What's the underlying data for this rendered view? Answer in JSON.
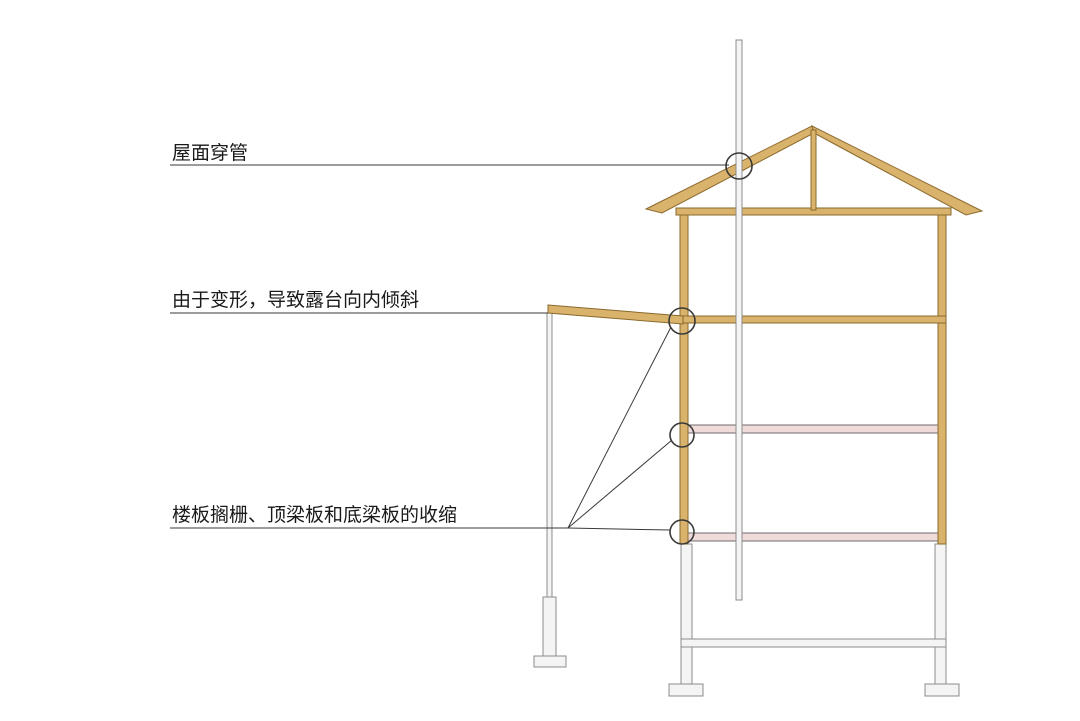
{
  "callouts": {
    "roof_penetration": "屋面穿管",
    "balcony_tilt": "由于变形，导致露台向内倾斜",
    "shrinkage": "楼板搁栅、顶梁板和底梁板的收缩"
  },
  "colors": {
    "wood_fill": "#d9b26b",
    "wood_stroke": "#8a6a2e",
    "joist_fill": "#f1dada",
    "joist_stroke": "#6d6d6d",
    "pipe_fill": "#f4f4f4",
    "pipe_stroke": "#8c8c8c",
    "line": "#3a3a3a"
  }
}
